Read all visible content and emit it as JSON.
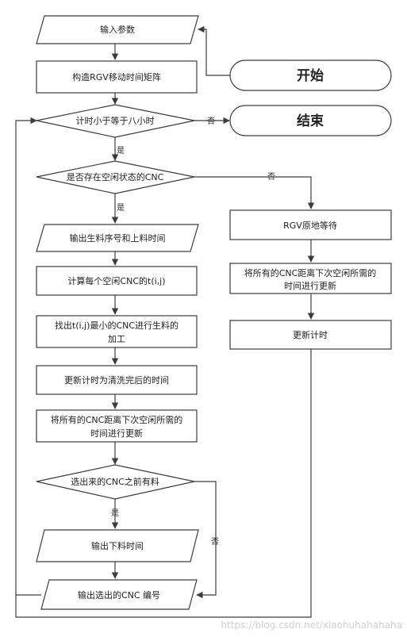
{
  "nodes": {
    "input_params": "输入参数",
    "build_matrix": "构造RGV移动时间矩阵",
    "time_check": "计时小于等于八小时",
    "start": "开始",
    "end": "结束",
    "idle_check": "是否存在空闲状态的CNC",
    "output_raw": "输出生料序号和上料时间",
    "calc_t": "计算每个空闲CNC的t(i,j)",
    "find_min_line1": "找出t(i,j)最小的CNC进行生料的",
    "find_min_line2": "加工",
    "update_time_clean": "更新计时为清洗完后的时间",
    "update_all_left_line1": "将所有的CNC距离下次空闲所需的",
    "update_all_left_line2": "时间进行更新",
    "picked_check": "选出来的CNC之前有料",
    "output_unload": "输出下料时间",
    "output_id": "输出选出的CNC  编号",
    "rgv_wait": "RGV原地等待",
    "update_all_right_line1": "将所有的CNC距离下次空闲所需的",
    "update_all_right_line2": "时间进行更新",
    "update_timer": "更新计时"
  },
  "edges": {
    "time_yes": "是",
    "time_no": "否",
    "idle_yes": "是",
    "idle_no": "否",
    "picked_yes": "是",
    "picked_no": "否"
  },
  "watermark": "https://blog.csdn.net/xiaohuhahahaha"
}
